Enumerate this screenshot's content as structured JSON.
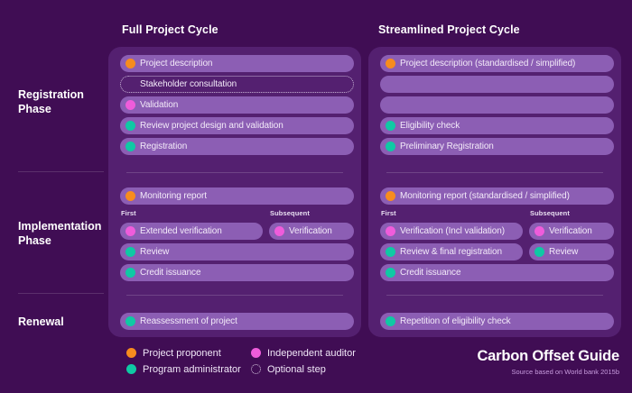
{
  "colors": {
    "background": "#400D54",
    "panel": "#542070",
    "pill": "#8C5EB4",
    "project_proponent": "#F78C1E",
    "independent_auditor": "#EF5CDB",
    "program_administrator": "#0FC9A4"
  },
  "phase_labels": [
    {
      "label": "Registration Phase"
    },
    {
      "label": "Implementation Phase"
    },
    {
      "label": "Renewal"
    }
  ],
  "panels": [
    {
      "title": "Full Project Cycle",
      "registration": {
        "rows": [
          {
            "label": "Project description",
            "actor": "project-proponent"
          },
          {
            "label": "Stakeholder consultation",
            "optional": true
          },
          {
            "label": "Validation",
            "actor": "independent-auditor"
          },
          {
            "label": "Review project design and validation",
            "actor": "program-administrator"
          },
          {
            "label": "Registration",
            "actor": "program-administrator"
          }
        ]
      },
      "implementation": {
        "monitoring": "Monitoring report",
        "first_label": "First",
        "subsequent_label": "Subsequent",
        "first_pill": "Extended verification",
        "subsequent_pill": "Verification",
        "row3": "Review",
        "row4": "Credit issuance"
      },
      "renewal": {
        "label": "Reassessment of project",
        "actor": "program-administrator"
      }
    },
    {
      "title": "Streamlined Project Cycle",
      "registration": {
        "rows": [
          {
            "label": "Project description (standardised / simplified)",
            "actor": "project-proponent"
          },
          {
            "label": "",
            "empty": true
          },
          {
            "label": "",
            "empty": true
          },
          {
            "label": "Eligibility check",
            "actor": "program-administrator"
          },
          {
            "label": "Preliminary Registration",
            "actor": "program-administrator"
          }
        ]
      },
      "implementation": {
        "monitoring": "Monitoring report (standardised / simplified)",
        "first_label": "First",
        "subsequent_label": "Subsequent",
        "first_pill": "Verification (Incl validation)",
        "subsequent_pill": "Verification",
        "row3_first": "Review & final registration",
        "row3_subsequent": "Review",
        "row4": "Credit issuance"
      },
      "renewal": {
        "label": "Repetition of eligibility check",
        "actor": "program-administrator"
      }
    }
  ],
  "legend": {
    "items": [
      {
        "label": "Project proponent",
        "actor": "project-proponent"
      },
      {
        "label": "Independent auditor",
        "actor": "independent-auditor"
      },
      {
        "label": "Program administrator",
        "actor": "program-administrator"
      },
      {
        "label": "Optional step",
        "type": "dashed"
      }
    ]
  },
  "footer": {
    "title": "Carbon Offset Guide",
    "source": "Source based on World bank 2015b"
  }
}
